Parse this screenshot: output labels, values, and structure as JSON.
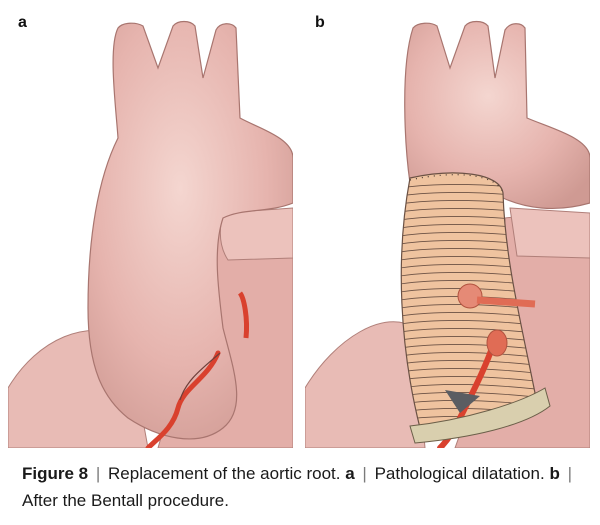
{
  "panels": {
    "a": {
      "label": "a"
    },
    "b": {
      "label": "b"
    }
  },
  "caption": {
    "figure": "Figure 8",
    "separator": "|",
    "main": "Replacement of the aortic root.",
    "a_label": "a",
    "a_text": "Pathological dilatation.",
    "b_label": "b",
    "b_text": "After the Bentall procedure."
  },
  "colors": {
    "tissue": "#e6b4ae",
    "tissue_dark": "#c99089",
    "tissue_light": "#f2d2cc",
    "artery": "#d9412e",
    "graft": "#efc39f",
    "graft_line": "#6b5144",
    "valve_ring": "#d9cfae",
    "valve_leaflet": "#5b5d62"
  }
}
